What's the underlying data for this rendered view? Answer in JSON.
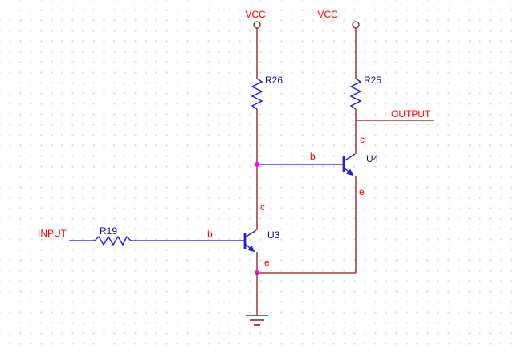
{
  "diagram": {
    "kind": "circuit-schematic",
    "description": "Two-stage NPN transistor switch/amplifier schematic"
  },
  "colors": {
    "background": "#ffffff",
    "grid_dot": "#d6d6d6",
    "wire_blue": "#2222cc",
    "lead_maroon": "#8b1a1a",
    "junction_magenta": "#ff00ff",
    "label_red": "#ff0000",
    "ref_navy": "#101080"
  },
  "power_ports": [
    {
      "label": "VCC"
    },
    {
      "label": "VCC"
    }
  ],
  "ports": {
    "input": "INPUT",
    "output": "OUTPUT"
  },
  "components": {
    "r19": "R19",
    "r26": "R26",
    "r25": "R25",
    "u3": "U3",
    "u4": "U4"
  },
  "pins": {
    "u3_b": "b",
    "u3_c": "c",
    "u3_e": "e",
    "u4_b": "b",
    "u4_c": "c",
    "u4_e": "e"
  }
}
